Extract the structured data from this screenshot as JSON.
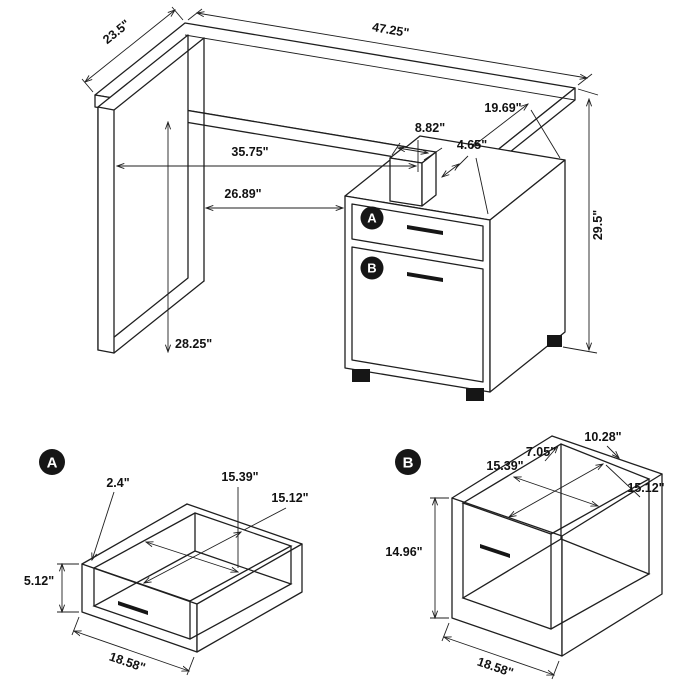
{
  "page": {
    "background_color": "#ffffff",
    "line_color": "#1f1f1f"
  },
  "main_view": {
    "drawer_a_badge": "A",
    "drawer_b_badge": "B",
    "dims": {
      "top_width": "47.25\"",
      "top_depth": "23.5\"",
      "overall_height": "29.5\"",
      "pedestal_top_depth": "19.69\"",
      "support_width": "8.82\"",
      "support_depth": "4.65\"",
      "under_top_width": "35.75\"",
      "knee_space_width": "26.89\"",
      "under_top_height": "28.25\""
    }
  },
  "detail_a": {
    "badge": "A",
    "dims": {
      "front_thickness": "2.4\"",
      "inner_width": "15.39\"",
      "inner_depth": "15.12\"",
      "height": "5.12\"",
      "outer_width": "18.58\""
    }
  },
  "detail_b": {
    "badge": "B",
    "dims": {
      "back_depth": "10.28\"",
      "side_height": "7.05\"",
      "inner_width": "15.39\"",
      "inner_depth": "15.12\"",
      "front_height": "14.96\"",
      "outer_width": "18.58\""
    }
  }
}
